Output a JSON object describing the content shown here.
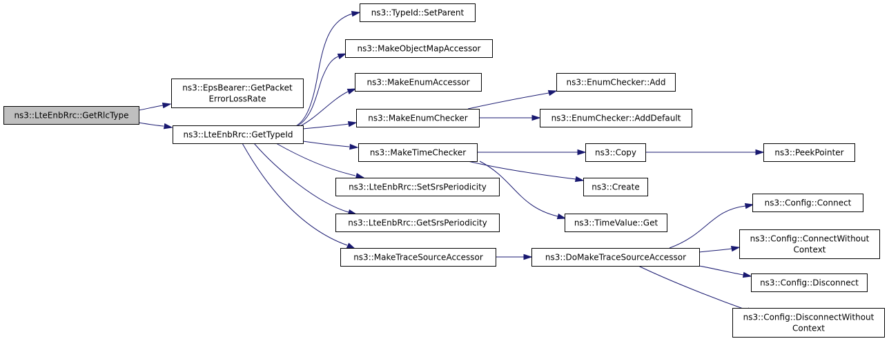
{
  "diagram": {
    "colors": {
      "edge": "#191970",
      "root_fill": "#bfbfbf",
      "node_fill": "#ffffff",
      "border": "#000000"
    },
    "nodes": {
      "get_rlc_type": {
        "lines": [
          "ns3::LteEnbRrc::GetRlcType"
        ],
        "highlighted": true
      },
      "eps_get_packet_error_loss_rate": {
        "lines": [
          "ns3::EpsBearer::GetPacket",
          "ErrorLossRate"
        ]
      },
      "get_type_id": {
        "lines": [
          "ns3::LteEnbRrc::GetTypeId"
        ]
      },
      "type_id_set_parent": {
        "lines": [
          "ns3::TypeId::SetParent"
        ]
      },
      "make_object_map_accessor": {
        "lines": [
          "ns3::MakeObjectMapAccessor"
        ]
      },
      "make_enum_accessor": {
        "lines": [
          "ns3::MakeEnumAccessor"
        ]
      },
      "make_enum_checker": {
        "lines": [
          "ns3::MakeEnumChecker"
        ]
      },
      "make_time_checker": {
        "lines": [
          "ns3::MakeTimeChecker"
        ]
      },
      "set_srs_periodicity": {
        "lines": [
          "ns3::LteEnbRrc::SetSrsPeriodicity"
        ]
      },
      "get_srs_periodicity": {
        "lines": [
          "ns3::LteEnbRrc::GetSrsPeriodicity"
        ]
      },
      "make_trace_source_accessor": {
        "lines": [
          "ns3::MakeTraceSourceAccessor"
        ]
      },
      "enum_checker_add": {
        "lines": [
          "ns3::EnumChecker::Add"
        ]
      },
      "enum_checker_add_default": {
        "lines": [
          "ns3::EnumChecker::AddDefault"
        ]
      },
      "copy": {
        "lines": [
          "ns3::Copy"
        ]
      },
      "create": {
        "lines": [
          "ns3::Create"
        ]
      },
      "time_value_get": {
        "lines": [
          "ns3::TimeValue::Get"
        ]
      },
      "peek_pointer": {
        "lines": [
          "ns3::PeekPointer"
        ]
      },
      "do_make_trace_source_accessor": {
        "lines": [
          "ns3::DoMakeTraceSourceAccessor"
        ]
      },
      "config_connect": {
        "lines": [
          "ns3::Config::Connect"
        ]
      },
      "config_connect_without_context": {
        "lines": [
          "ns3::Config::ConnectWithout",
          "Context"
        ]
      },
      "config_disconnect": {
        "lines": [
          "ns3::Config::Disconnect"
        ]
      },
      "config_disconnect_without_context": {
        "lines": [
          "ns3::Config::DisconnectWithout",
          "Context"
        ]
      }
    },
    "edges": [
      {
        "from": "get_rlc_type",
        "to": "eps_get_packet_error_loss_rate"
      },
      {
        "from": "get_rlc_type",
        "to": "get_type_id"
      },
      {
        "from": "get_type_id",
        "to": "type_id_set_parent"
      },
      {
        "from": "get_type_id",
        "to": "make_object_map_accessor"
      },
      {
        "from": "get_type_id",
        "to": "make_enum_accessor"
      },
      {
        "from": "get_type_id",
        "to": "make_enum_checker"
      },
      {
        "from": "get_type_id",
        "to": "make_time_checker"
      },
      {
        "from": "get_type_id",
        "to": "set_srs_periodicity"
      },
      {
        "from": "get_type_id",
        "to": "get_srs_periodicity"
      },
      {
        "from": "get_type_id",
        "to": "make_trace_source_accessor"
      },
      {
        "from": "make_enum_checker",
        "to": "enum_checker_add"
      },
      {
        "from": "make_enum_checker",
        "to": "enum_checker_add_default"
      },
      {
        "from": "make_time_checker",
        "to": "copy"
      },
      {
        "from": "make_time_checker",
        "to": "create"
      },
      {
        "from": "make_time_checker",
        "to": "time_value_get"
      },
      {
        "from": "copy",
        "to": "peek_pointer"
      },
      {
        "from": "make_trace_source_accessor",
        "to": "do_make_trace_source_accessor"
      },
      {
        "from": "do_make_trace_source_accessor",
        "to": "config_connect"
      },
      {
        "from": "do_make_trace_source_accessor",
        "to": "config_connect_without_context"
      },
      {
        "from": "do_make_trace_source_accessor",
        "to": "config_disconnect"
      },
      {
        "from": "do_make_trace_source_accessor",
        "to": "config_disconnect_without_context"
      }
    ]
  }
}
